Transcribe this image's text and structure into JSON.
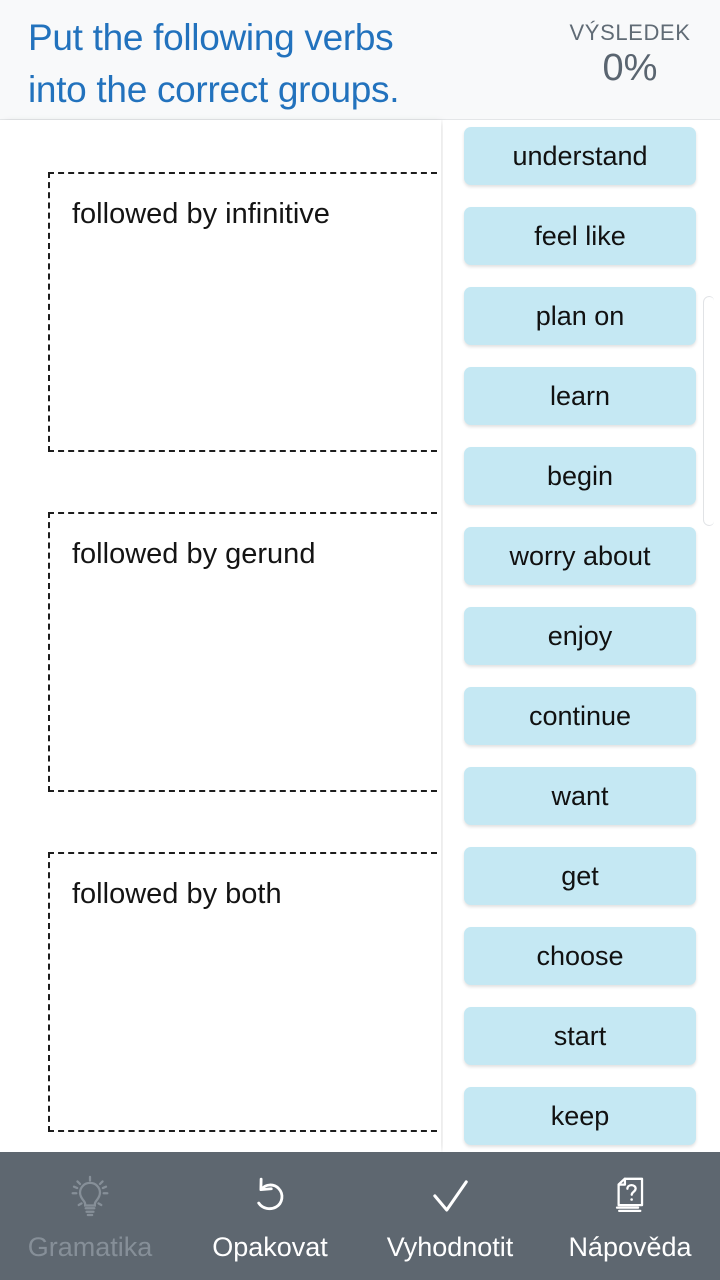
{
  "header": {
    "title": "Put the following verbs\ninto the correct groups.",
    "score_label": "VÝSLEDEK",
    "score_value": "0%"
  },
  "drop_zones": [
    {
      "label": "followed by infinitive",
      "items": []
    },
    {
      "label": "followed by gerund",
      "items": []
    },
    {
      "label": "followed by both",
      "items": []
    }
  ],
  "word_bank": {
    "chips": [
      "understand",
      "feel like",
      "plan on",
      "learn",
      "begin",
      "worry about",
      "enjoy",
      "continue",
      "want",
      "get",
      "choose",
      "start",
      "keep"
    ]
  },
  "toolbar": {
    "items": [
      {
        "label": "Gramatika",
        "icon": "lightbulb-icon",
        "disabled": true
      },
      {
        "label": "Opakovat",
        "icon": "undo-arrow-icon",
        "disabled": false
      },
      {
        "label": "Vyhodnotit",
        "icon": "checkmark-icon",
        "disabled": false
      },
      {
        "label": "Nápověda",
        "icon": "help-cards-icon",
        "disabled": false
      }
    ]
  },
  "colors": {
    "header_title": "#2272bd",
    "header_background": "#f8f9fa",
    "score_text": "#5a6570",
    "chip_background": "#c5e8f3",
    "chip_text": "#111111",
    "toolbar_background": "#5e6770",
    "toolbar_text": "#ffffff",
    "toolbar_disabled_text": "#868f98",
    "zone_border": "#1d1d1d"
  }
}
